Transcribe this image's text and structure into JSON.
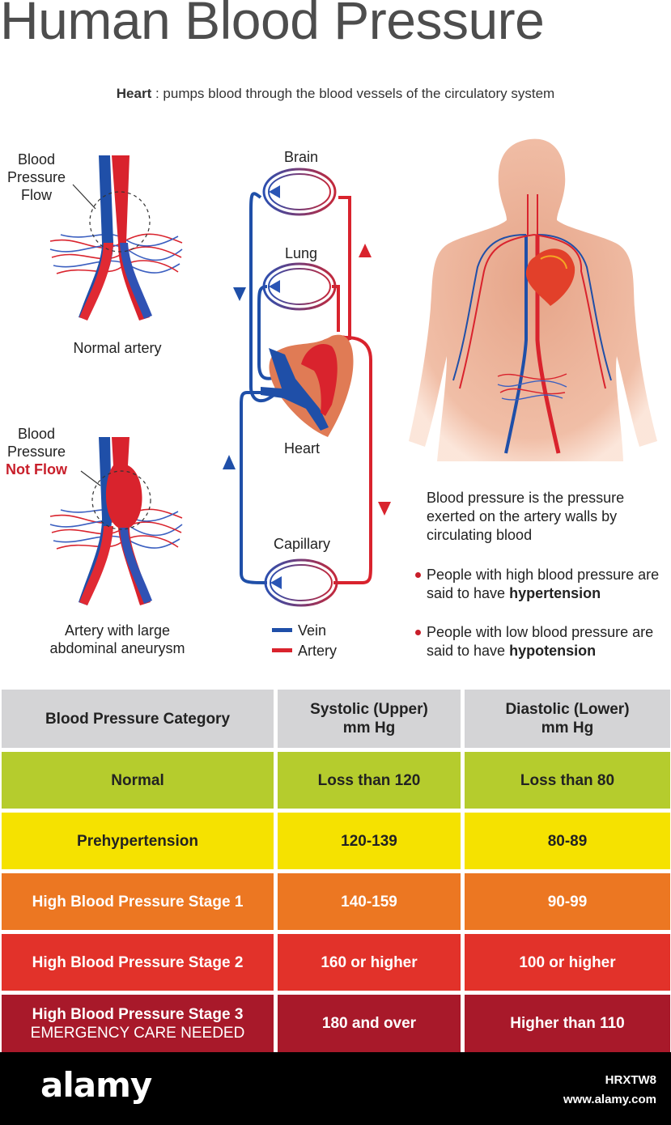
{
  "title": "Human Blood Pressure",
  "subtitle": {
    "bold": "Heart",
    "rest": " : pumps blood through the blood vessels of the circulatory system"
  },
  "artery_normal": {
    "label_lines": [
      "Blood",
      "Pressure",
      "Flow"
    ],
    "caption": "Normal artery"
  },
  "artery_aneurysm": {
    "label_lines": [
      "Blood",
      "Pressure"
    ],
    "label_alert": "Not Flow",
    "caption_lines": [
      "Artery with large",
      "abdominal aneurysm"
    ]
  },
  "circulation": {
    "organs": [
      "Brain",
      "Lung",
      "Heart",
      "Capillary"
    ],
    "legend": [
      {
        "name": "Vein",
        "color": "#1f4fa8"
      },
      {
        "name": "Artery",
        "color": "#d9232d"
      }
    ]
  },
  "description": "Blood pressure is the pressure exerted on the artery walls by circulating blood",
  "bullets": [
    {
      "text": "People with high blood pressure are said to have ",
      "bold": "hypertension"
    },
    {
      "text": "People with low blood pressure are said to have ",
      "bold": "hypotension"
    }
  ],
  "table": {
    "headers": [
      "Blood Pressure Category",
      "Systolic (Upper)\nmm Hg",
      "Diastolic (Lower)\nmm Hg"
    ],
    "rows": [
      {
        "category": "Normal",
        "systolic": "Loss than 120",
        "diastolic": "Loss than 80",
        "color": "#b5cc2d",
        "text_color": "#222222"
      },
      {
        "category": "Prehypertension",
        "systolic": "120-139",
        "diastolic": "80-89",
        "color": "#f5e200",
        "text_color": "#222222"
      },
      {
        "category": "High Blood Pressure Stage 1",
        "systolic": "140-159",
        "diastolic": "90-99",
        "color": "#ec7722",
        "text_color": "#ffffff"
      },
      {
        "category": "High Blood Pressure Stage 2",
        "systolic": "160 or higher",
        "diastolic": "100 or higher",
        "color": "#e2322a",
        "text_color": "#ffffff"
      },
      {
        "category": "High Blood Pressure Stage 3",
        "note": "EMERGENCY CARE NEEDED",
        "systolic": "180 and over",
        "diastolic": "Higher than 110",
        "color": "#a8192a",
        "text_color": "#ffffff"
      }
    ],
    "header_color": "#d4d4d6"
  },
  "footer": {
    "logo": "alamy",
    "image_id": "HRXTW8",
    "site": "www.alamy.com"
  },
  "colors": {
    "vein": "#1f4fa8",
    "artery": "#d9232d",
    "skin": "#e9a98a",
    "alert": "#c81e2a"
  }
}
